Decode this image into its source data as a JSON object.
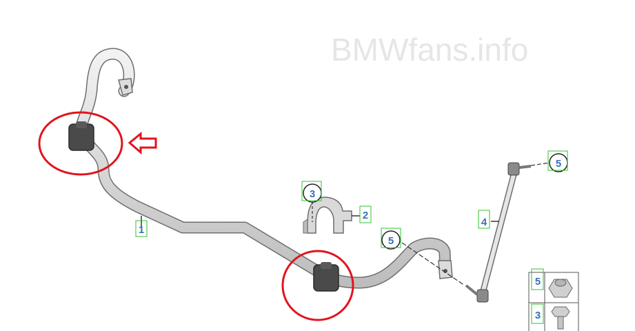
{
  "watermark": "BMWfans.info",
  "callouts": [
    {
      "id": "callout-1",
      "label": "1"
    },
    {
      "id": "callout-2",
      "label": "2"
    },
    {
      "id": "callout-3",
      "label": "3"
    },
    {
      "id": "callout-4",
      "label": "4"
    },
    {
      "id": "callout-5-link-top",
      "label": "5"
    },
    {
      "id": "callout-5-bar",
      "label": "5"
    },
    {
      "id": "callout-5-legend",
      "label": "5"
    },
    {
      "id": "callout-3-legend",
      "label": "3"
    }
  ],
  "colors": {
    "highlight": "#e0141e",
    "callout_text": "#3a6fb7",
    "callout_box": "#31c331",
    "metal": "#d9d9d9",
    "rubber": "#4a4a4a"
  }
}
